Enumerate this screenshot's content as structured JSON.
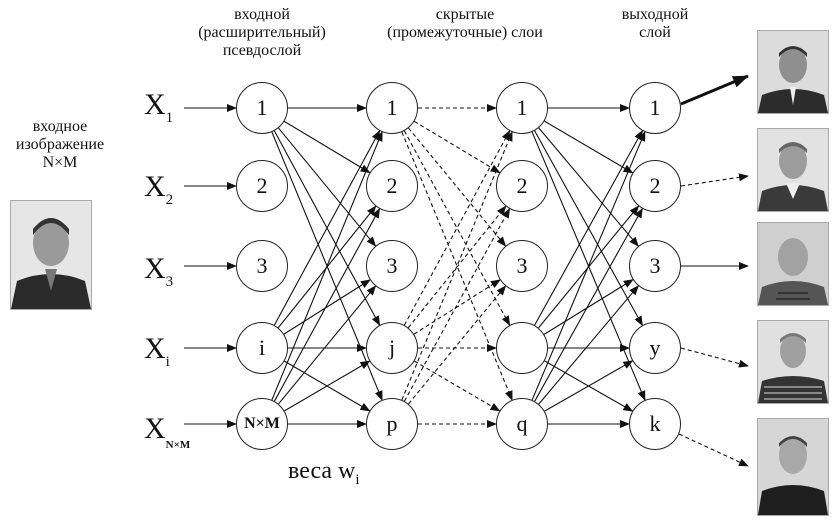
{
  "labels": {
    "input_image": [
      "входное",
      "изображение",
      "N×M"
    ],
    "input_layer": [
      "входной",
      "(расширительный)",
      "псевдослой"
    ],
    "hidden_layers": [
      "скрытые",
      "(промежуточные) слои"
    ],
    "output_layer": [
      "выходной",
      "слой"
    ],
    "weights_main": "веса w",
    "weights_sub": "i"
  },
  "inputs": [
    {
      "base": "X",
      "sub": "1"
    },
    {
      "base": "X",
      "sub": "2"
    },
    {
      "base": "X",
      "sub": "3"
    },
    {
      "base": "X",
      "sub": "i"
    },
    {
      "base": "X",
      "sub": "N×M"
    }
  ],
  "layers": {
    "input": [
      "1",
      "2",
      "3",
      "i",
      "N×M"
    ],
    "hidden1": [
      "1",
      "2",
      "3",
      "j",
      "p"
    ],
    "hidden2": [
      "1",
      "2",
      "3",
      "",
      "q"
    ],
    "output": [
      "1",
      "2",
      "3",
      "y",
      "k"
    ]
  },
  "colors": {
    "line": "#111111",
    "node_border": "#222222",
    "photo_bg": "#d8d8d8"
  },
  "icons": [
    "portrait-input-icon",
    "portrait-output-1-icon",
    "portrait-output-2-icon",
    "portrait-output-3-icon",
    "portrait-output-4-icon",
    "portrait-output-5-icon"
  ]
}
